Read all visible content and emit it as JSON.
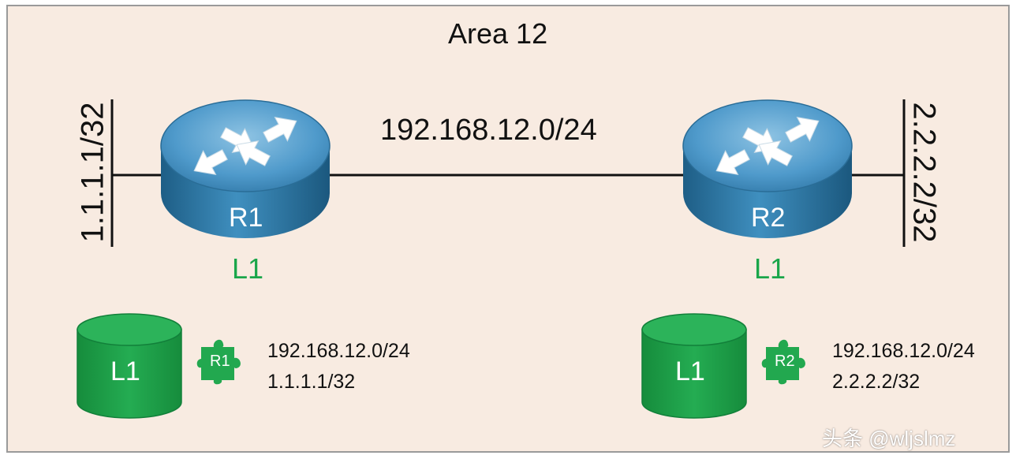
{
  "area": {
    "title": "Area 12"
  },
  "network": {
    "label": "192.168.12.0/24"
  },
  "routers": [
    {
      "name": "R1",
      "level": "L1",
      "loopback": "1.1.1.1/32"
    },
    {
      "name": "R2",
      "level": "L1",
      "loopback": "2.2.2.2/32"
    }
  ],
  "databases": [
    {
      "label": "L1",
      "piece": "R1",
      "routes": [
        "192.168.12.0/24",
        "1.1.1.1/32"
      ]
    },
    {
      "label": "L1",
      "piece": "R2",
      "routes": [
        "192.168.12.0/24",
        "2.2.2.2/32"
      ]
    }
  ],
  "colors": {
    "background": "#f8ebe1",
    "border": "#9a9a9a",
    "router_blue": "#2f79a6",
    "level_green": "#1aa64a",
    "db_green": "#1fa24a"
  },
  "watermark": "头条 @wljslmz"
}
